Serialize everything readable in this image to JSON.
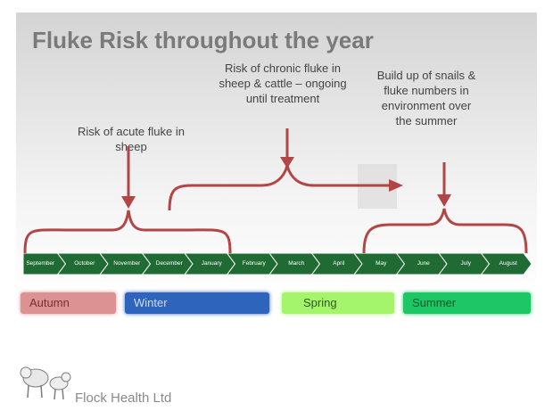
{
  "title": "Fluke Risk throughout the year",
  "annotations": {
    "acute": "Risk of acute fluke in sheep",
    "chronic": "Risk of chronic fluke in sheep & cattle – ongoing until treatment",
    "snails": "Build up of snails & fluke numbers in environment over the summer"
  },
  "months": [
    "September",
    "October",
    "November",
    "December",
    "January",
    "February",
    "March",
    "April",
    "May",
    "June",
    "July",
    "August"
  ],
  "seasons": {
    "autumn": "Autumn",
    "winter": "Winter",
    "spring": "Spring",
    "summer": "Summer"
  },
  "footer": {
    "brand": "Flock Health Ltd"
  },
  "colors": {
    "timeline": "#1f6b33",
    "arrow": "#b34545",
    "autumn": "#dc9292",
    "winter": "#2f64bd",
    "spring": "#a4f56c",
    "summer": "#1ec765"
  }
}
